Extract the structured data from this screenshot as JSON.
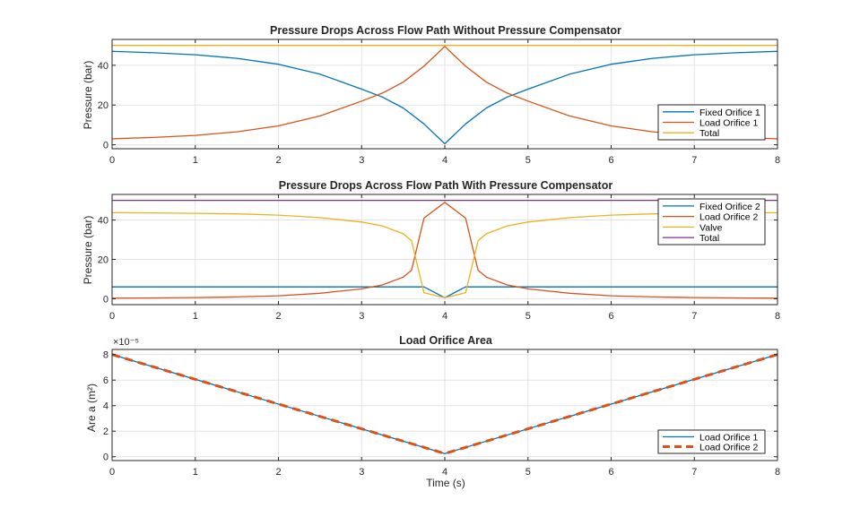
{
  "chart_data": [
    {
      "type": "line",
      "title": "Pressure Drops Across Flow Path Without Pressure Compensator",
      "xlabel": "",
      "ylabel": "Pressure (bar)",
      "xlim": [
        0,
        8
      ],
      "ylim": [
        -2,
        53
      ],
      "xticks": [
        "0",
        "1",
        "2",
        "3",
        "4",
        "5",
        "6",
        "7",
        "8"
      ],
      "yticks": [
        "0",
        "20",
        "40"
      ],
      "grid": true,
      "legend_position": "bottom-right",
      "series": [
        {
          "name": "Fixed Orifice 1",
          "color": "#0072BD",
          "style": "solid",
          "x": [
            0,
            0.5,
            1,
            1.5,
            2,
            2.5,
            3,
            3.25,
            3.5,
            3.75,
            4,
            4.25,
            4.5,
            4.75,
            5,
            5.5,
            6,
            6.5,
            7,
            7.5,
            8
          ],
          "y": [
            47,
            46.3,
            45.3,
            43.5,
            40.5,
            35.5,
            28,
            24,
            18.5,
            10.5,
            0.5,
            10.5,
            18.5,
            24,
            28,
            35.5,
            40.5,
            43.5,
            45.3,
            46.3,
            47
          ]
        },
        {
          "name": "Load Orifice 1",
          "color": "#D95319",
          "style": "solid",
          "x": [
            0,
            0.5,
            1,
            1.5,
            2,
            2.5,
            3,
            3.25,
            3.5,
            3.75,
            4,
            4.25,
            4.5,
            4.75,
            5,
            5.5,
            6,
            6.5,
            7,
            7.5,
            8
          ],
          "y": [
            3,
            3.7,
            4.7,
            6.5,
            9.5,
            14.5,
            22,
            26,
            31.5,
            39.5,
            49.5,
            39.5,
            31.5,
            26,
            22,
            14.5,
            9.5,
            6.5,
            4.7,
            3.7,
            3
          ]
        },
        {
          "name": "Total",
          "color": "#EDB120",
          "style": "solid",
          "x": [
            0,
            8
          ],
          "y": [
            50,
            50
          ]
        }
      ]
    },
    {
      "type": "line",
      "title": "Pressure Drops Across Flow Path With Pressure Compensator",
      "xlabel": "",
      "ylabel": "Pressure (bar)",
      "xlim": [
        0,
        8
      ],
      "ylim": [
        -3,
        53
      ],
      "xticks": [
        "0",
        "1",
        "2",
        "3",
        "4",
        "5",
        "6",
        "7",
        "8"
      ],
      "yticks": [
        "0",
        "20",
        "40"
      ],
      "grid": true,
      "legend_position": "top-right",
      "series": [
        {
          "name": "Fixed Orifice 2",
          "color": "#0072BD",
          "style": "solid",
          "x": [
            0,
            3.75,
            4,
            4.25,
            8
          ],
          "y": [
            6,
            6,
            0.5,
            6,
            6
          ]
        },
        {
          "name": "Load Orifice 2",
          "color": "#D95319",
          "style": "solid",
          "x": [
            0,
            0.5,
            1,
            1.5,
            2,
            2.5,
            3,
            3.25,
            3.5,
            3.6,
            3.75,
            4,
            4.25,
            4.4,
            4.5,
            4.75,
            5,
            5.5,
            6,
            6.5,
            7,
            7.5,
            8
          ],
          "y": [
            0.3,
            0.4,
            0.6,
            0.9,
            1.5,
            2.8,
            5,
            7,
            11,
            14.5,
            41,
            49,
            41,
            14.5,
            11,
            7,
            5,
            2.8,
            1.5,
            0.9,
            0.6,
            0.4,
            0.3
          ]
        },
        {
          "name": "Valve",
          "color": "#EDB120",
          "style": "solid",
          "x": [
            0,
            0.5,
            1,
            1.5,
            2,
            2.5,
            3,
            3.25,
            3.5,
            3.6,
            3.75,
            4,
            4.25,
            4.4,
            4.5,
            4.75,
            5,
            5.5,
            6,
            6.5,
            7,
            7.5,
            8
          ],
          "y": [
            43.7,
            43.6,
            43.4,
            43.1,
            42.5,
            41.2,
            39,
            37,
            33,
            29.5,
            3,
            0.5,
            3,
            29.5,
            33,
            37,
            39,
            41.2,
            42.5,
            43.1,
            43.4,
            43.6,
            43.7
          ]
        },
        {
          "name": "Total",
          "color": "#7E2F8E",
          "style": "solid",
          "x": [
            0,
            8
          ],
          "y": [
            50,
            50
          ]
        }
      ]
    },
    {
      "type": "line",
      "title": "Load Orifice Area",
      "xlabel": "Time (s)",
      "ylabel": "Are a (m²)",
      "exponent_label": "×10⁻⁵",
      "xlim": [
        0,
        8
      ],
      "ylim": [
        -0.3,
        8.4
      ],
      "xticks": [
        "0",
        "1",
        "2",
        "3",
        "4",
        "5",
        "6",
        "7",
        "8"
      ],
      "yticks": [
        "0",
        "2",
        "4",
        "6",
        "8"
      ],
      "grid": true,
      "legend_position": "bottom-right",
      "series": [
        {
          "name": "Load Orifice 1",
          "color": "#0072BD",
          "style": "solid",
          "x": [
            0,
            4,
            8
          ],
          "y": [
            8,
            0.25,
            8
          ]
        },
        {
          "name": "Load Orifice 2",
          "color": "#D95319",
          "style": "dashed",
          "x": [
            0,
            4,
            8
          ],
          "y": [
            8,
            0.25,
            8
          ]
        }
      ]
    }
  ]
}
